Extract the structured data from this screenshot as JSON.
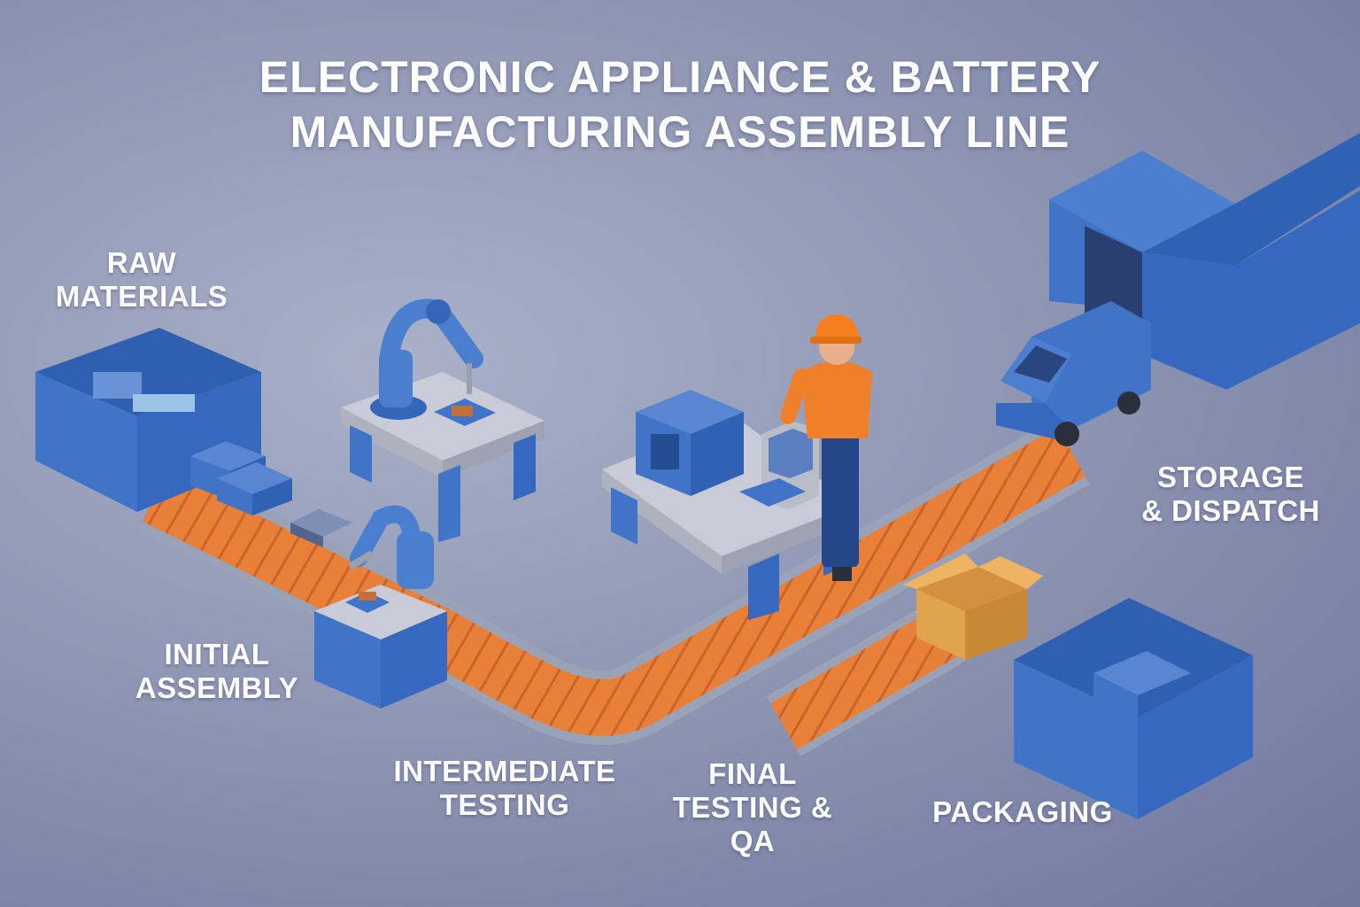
{
  "title": {
    "line1": "ELECTRONIC APPLIANCE & BATTERY",
    "line2": "MANUFACTURING ASSEMBLY LINE"
  },
  "stages": {
    "raw_materials": [
      "RAW",
      "MATERIALS"
    ],
    "initial_assembly": [
      "INITIAL",
      "ASSEMBLY"
    ],
    "intermediate_testing": [
      "INTERMEDIATE",
      "TESTING"
    ],
    "final_testing": [
      "FINAL",
      "TESTING &",
      "QA"
    ],
    "packaging": [
      "PACKAGING"
    ],
    "storage_dispatch": [
      "STORAGE",
      "& DISPATCH"
    ]
  },
  "colors": {
    "machine_blue": "#3f74c9",
    "conveyor_orange": "#e8803a",
    "cardboard": "#e0a44e",
    "worker_shirt": "#f07f2a"
  }
}
